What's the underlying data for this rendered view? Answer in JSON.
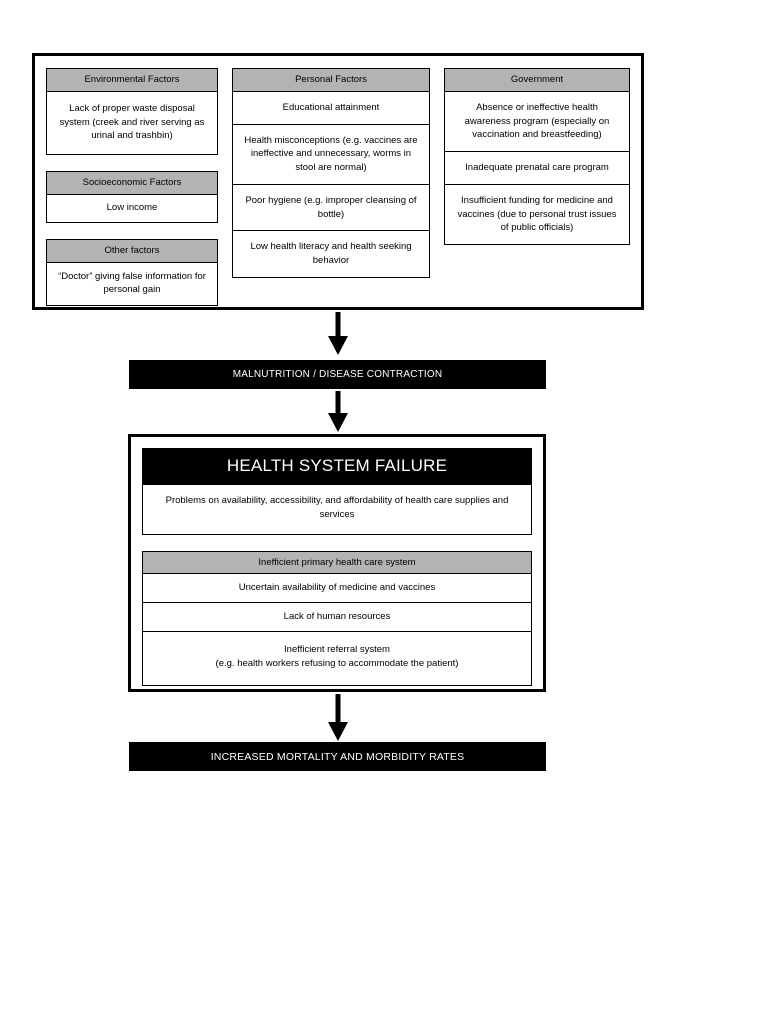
{
  "diagram": {
    "title": "Health system failure cause-and-effect flow diagram",
    "colors": {
      "header_gray": "#b3b3b3",
      "banner_black": "#000000",
      "border_black": "#000000",
      "cell_white": "#ffffff"
    },
    "causes": {
      "columns": [
        {
          "name": "column-left",
          "groups": [
            {
              "header": "Environmental Factors",
              "items": [
                "Lack of proper waste disposal system (creek and river serving as urinal and trashbin)"
              ]
            },
            {
              "header": "Socioeconomic Factors",
              "items": [
                "Low income"
              ]
            },
            {
              "header": "Other factors",
              "items": [
                "“Doctor” giving false information for personal gain"
              ]
            }
          ]
        },
        {
          "name": "column-middle",
          "groups": [
            {
              "header": "Personal Factors",
              "items": [
                "Educational attainment",
                "Health misconceptions (e.g. vaccines are ineffective and unnecessary, worms in stool are normal)",
                "Poor hygiene (e.g. improper cleansing of bottle)",
                "Low health literacy and health seeking behavior"
              ]
            }
          ]
        },
        {
          "name": "column-right",
          "groups": [
            {
              "header": "Government",
              "items": [
                "Absence or ineffective health awareness program (especially on vaccination and breastfeeding)",
                "Inadequate prenatal care program",
                "Insufficient funding for medicine and vaccines (due to personal trust issues of public officials)"
              ]
            }
          ]
        }
      ]
    },
    "arrows": [
      {
        "name": "arrow-causes-to-malnutrition",
        "direction": "down"
      },
      {
        "name": "arrow-malnutrition-to-health-system",
        "direction": "down"
      },
      {
        "name": "arrow-health-system-to-mortality",
        "direction": "down"
      }
    ],
    "malnutrition_banner": {
      "label": "MALNUTRITION / DISEASE CONTRACTION"
    },
    "health_system_failure": {
      "title": "HEALTH SYSTEM FAILURE",
      "subtitle": "Problems on availability, accessibility, and affordability of health care supplies and services",
      "group": {
        "header": "Inefficient primary health care system",
        "items": [
          "Uncertain availability of medicine and vaccines",
          "Lack of human resources",
          "Inefficient referral system\n(e.g. health workers refusing to accommodate the patient)"
        ]
      }
    },
    "mortality_banner": {
      "label": "INCREASED MORTALITY AND MORBIDITY RATES"
    }
  }
}
